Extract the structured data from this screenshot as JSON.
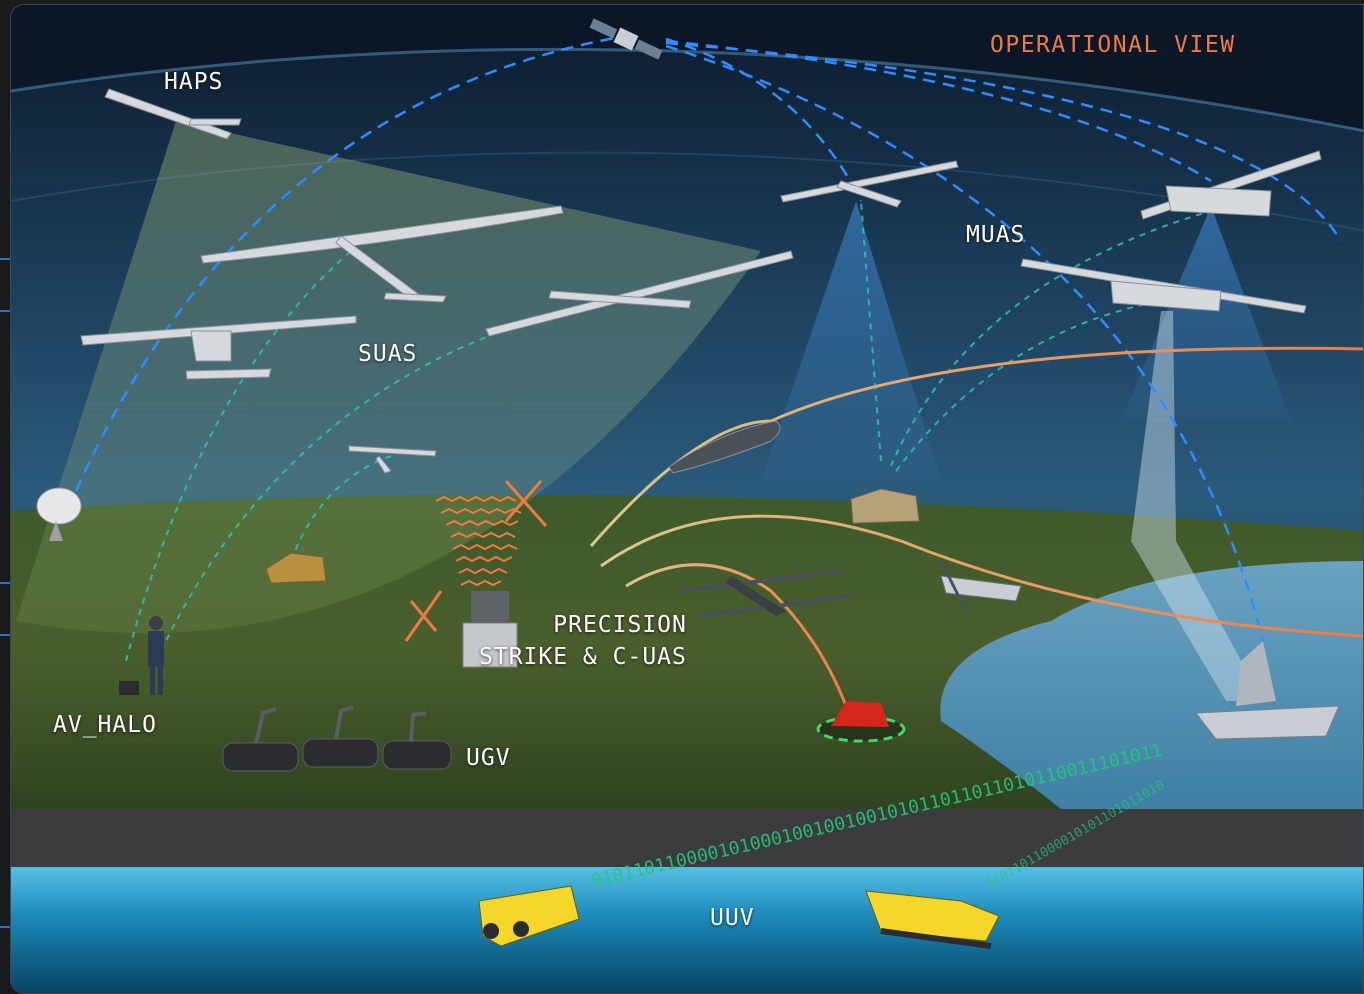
{
  "title": "OPERATIONAL VIEW",
  "colors": {
    "title": "#f07a45",
    "sky_top": "#0c1a2a",
    "sky_mid": "#2b5a7a",
    "ground": "#3e5a2a",
    "water": "#3f8fb5",
    "link_blue": "#2f8cff",
    "link_teal": "#2ec4b6",
    "strike_orange": "#f07a45",
    "binary_green": "#22c97a"
  },
  "labels": {
    "haps": "HAPS",
    "suas": "SUAS",
    "muas": "MUAS",
    "precision_strike": "PRECISION\nSTRIKE & C-UAS",
    "av_halo": "AV_HALO",
    "ugv": "UGV",
    "uuv": "UUV"
  },
  "binary_streams": {
    "main": "010110110000101000100100100101011011011010110011101011",
    "secondary": "01011011000010101101011010"
  },
  "icons": [
    "satellite-icon",
    "haps-aircraft-icon",
    "suas-aircraft-icon",
    "muas-aircraft-icon",
    "ground-station-dish-icon",
    "operator-icon",
    "ugv-robot-icon",
    "humvee-icon",
    "cuas-jammer-icon",
    "quadcopter-icon",
    "loitering-munition-icon",
    "cruise-missile-icon",
    "target-vehicle-icon",
    "destroyer-ship-icon",
    "uuv-submersible-icon",
    "military-truck-icon"
  ]
}
